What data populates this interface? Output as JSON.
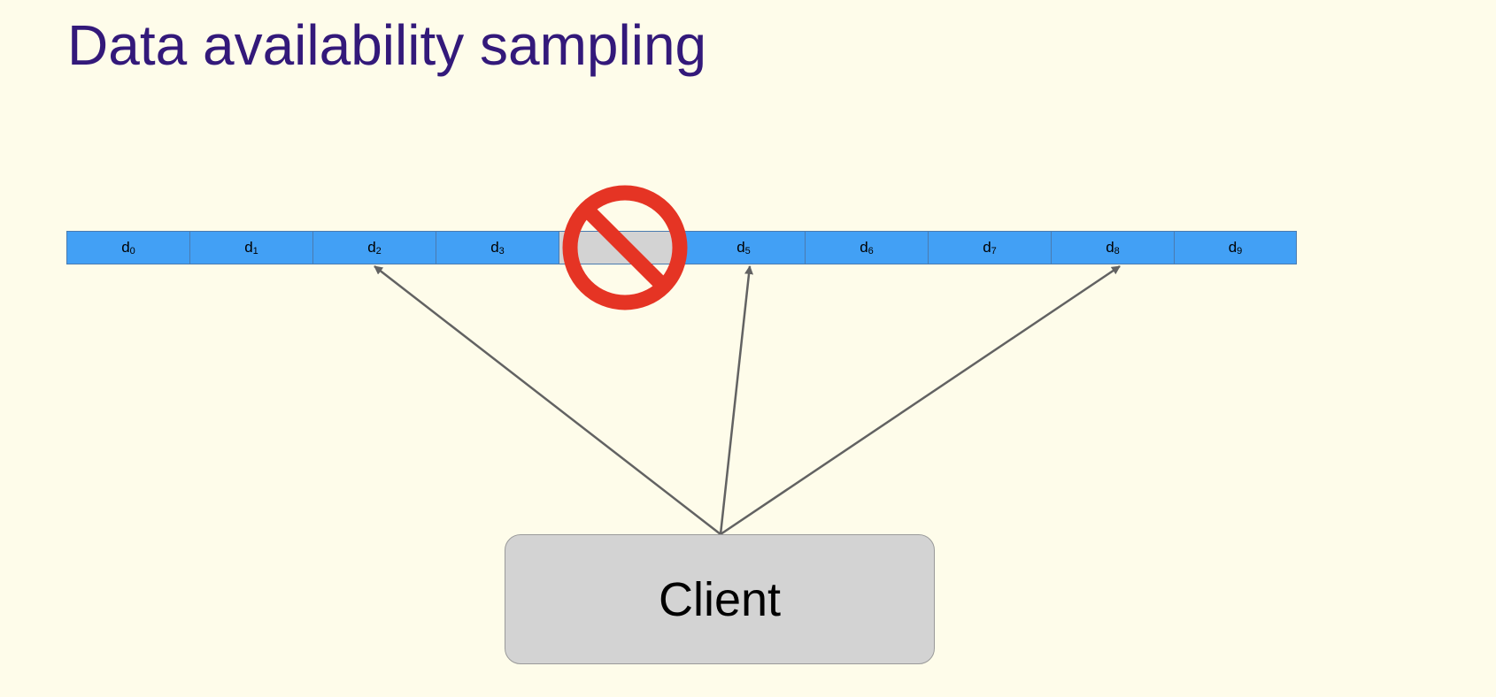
{
  "title": "Data availability sampling",
  "cells": [
    {
      "label": "d",
      "index": "0",
      "available": true
    },
    {
      "label": "d",
      "index": "1",
      "available": true
    },
    {
      "label": "d",
      "index": "2",
      "available": true,
      "sampled": true
    },
    {
      "label": "d",
      "index": "3",
      "available": true
    },
    {
      "label": "",
      "index": "",
      "available": false
    },
    {
      "label": "d",
      "index": "5",
      "available": true,
      "sampled": true
    },
    {
      "label": "d",
      "index": "6",
      "available": true
    },
    {
      "label": "d",
      "index": "7",
      "available": true
    },
    {
      "label": "d",
      "index": "8",
      "available": true,
      "sampled": true
    },
    {
      "label": "d",
      "index": "9",
      "available": true
    }
  ],
  "client_label": "Client",
  "colors": {
    "background": "#fefcea",
    "cell": "#42a0f5",
    "blocked": "#d3d3d3",
    "title": "#33197a",
    "prohibited": "#e53424",
    "arrow": "#626262"
  }
}
